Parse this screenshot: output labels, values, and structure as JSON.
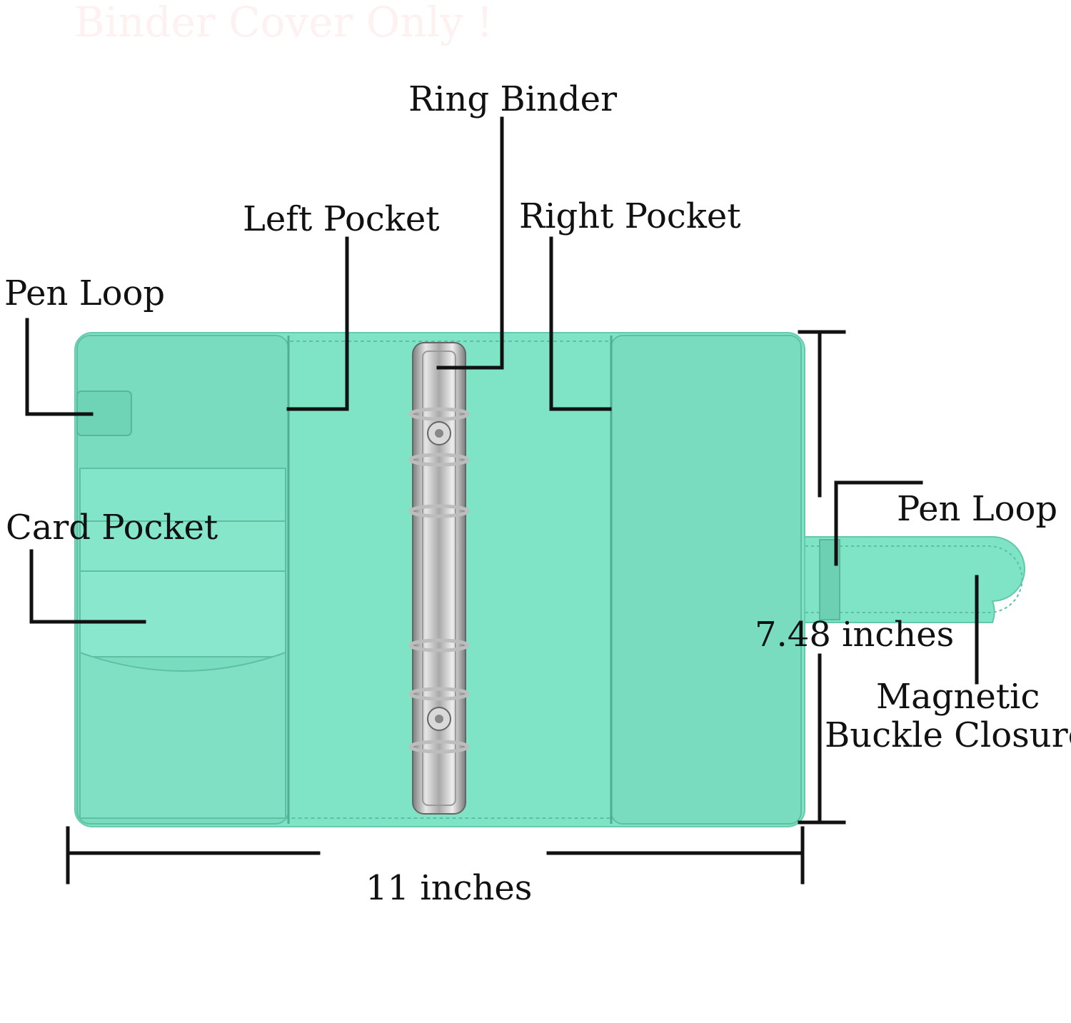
{
  "faint_header": "Binder Cover Only !",
  "labels": {
    "ring_binder": "Ring Binder",
    "left_pocket": "Left Pocket",
    "right_pocket": "Right Pocket",
    "pen_loop_left": "Pen Loop",
    "pen_loop_right": "Pen Loop",
    "card_pocket": "Card Pocket",
    "magnetic_line1": "Magnetic",
    "magnetic_line2": "Buckle Closure",
    "height": "7.48 inches",
    "width": "11 inches"
  },
  "colors": {
    "cover": "#7fe3c6",
    "cover_dark": "#6fd4b7",
    "stitch": "#5fbfa4",
    "metal": "#c4c4c4",
    "metal_dark": "#8a8a8a",
    "line": "#111111"
  }
}
